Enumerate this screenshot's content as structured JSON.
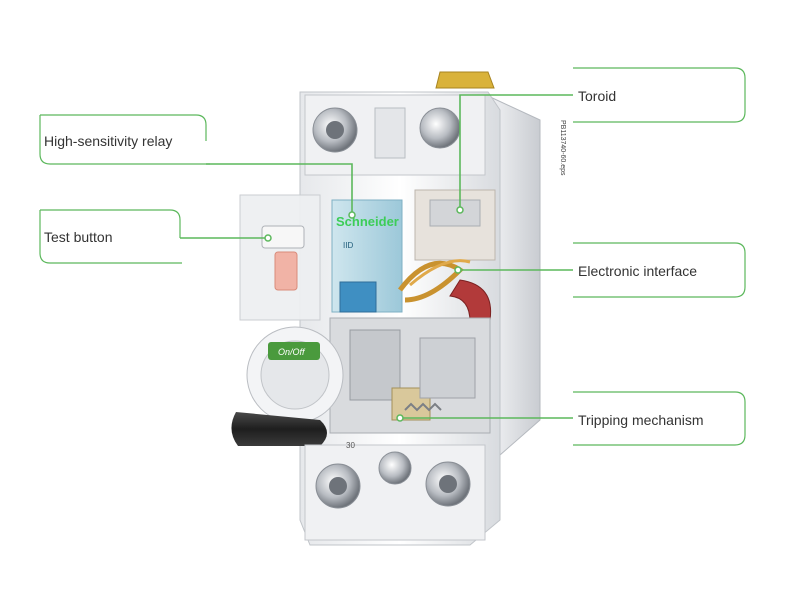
{
  "labels": {
    "high_sensitivity_relay": "High-sensitivity relay",
    "test_button": "Test button",
    "toroid": "Toroid",
    "electronic_interface": "Electronic interface",
    "tripping_mechanism": "Tripping mechanism"
  },
  "device_text": {
    "brand": "Schneider",
    "relay_marking": "IID",
    "side_code": "PB113740-60.eps",
    "rating": "30"
  },
  "colors": {
    "callout_line": "#5cb85c",
    "brand_green": "#3dcd58",
    "label_text": "#333333"
  }
}
